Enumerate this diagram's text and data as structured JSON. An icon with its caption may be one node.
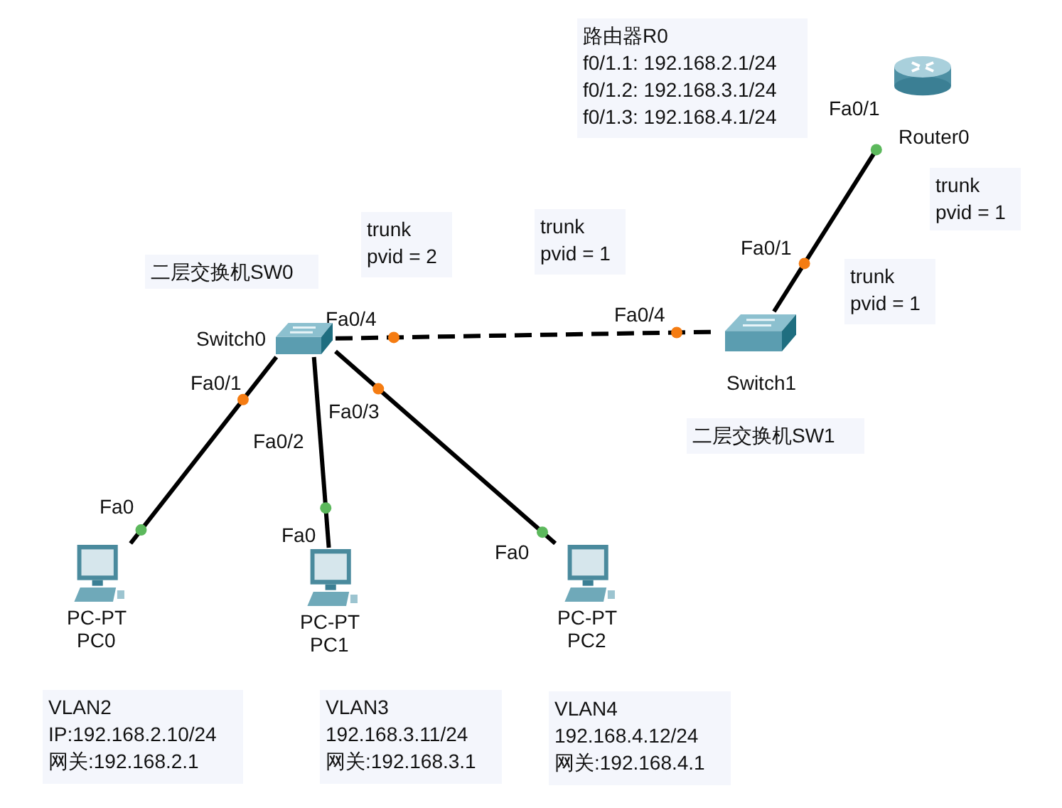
{
  "diagram": {
    "nodes": [
      {
        "text": [
          "Router0"
        ]
      },
      {
        "text": [
          "Switch0"
        ]
      },
      {
        "text": [
          "Switch1"
        ]
      },
      {
        "text": [
          "PC-PT",
          "PC0"
        ]
      },
      {
        "text": [
          "PC-PT",
          "PC1"
        ]
      },
      {
        "text": [
          "PC-PT",
          "PC2"
        ]
      }
    ],
    "edges": [
      {
        "from": 1,
        "to": 2,
        "arrow": "none",
        "style": "dashed"
      },
      {
        "from": 0,
        "to": 2,
        "arrow": "none"
      },
      {
        "from": 1,
        "to": 3,
        "arrow": "none"
      },
      {
        "from": 1,
        "to": 4,
        "arrow": "none"
      },
      {
        "from": 1,
        "to": 5,
        "arrow": "none"
      }
    ],
    "labels": [
      "路由器R0",
      "f0/1.1: 192.168.2.1/24",
      "f0/1.2: 192.168.3.1/24",
      "f0/1.3: 192.168.4.1/24",
      "Fa0/1",
      "trunk",
      "pvid = 1",
      "trunk",
      "pvid = 2",
      "trunk",
      "pvid = 1",
      "Fa0/1",
      "trunk",
      "pvid = 1",
      "二层交换机SW0",
      "Fa0/4",
      "Fa0/4",
      "Fa0/1",
      "Fa0/3",
      "Fa0/2",
      "二层交换机SW1",
      "Fa0",
      "Fa0",
      "Fa0",
      "VLAN2",
      "IP:192.168.2.10/24",
      "网关:192.168.2.1",
      "VLAN3",
      "192.168.3.11/24",
      "网关:192.168.3.1",
      "VLAN4",
      "192.168.4.12/24",
      "网关:192.168.4.1"
    ]
  }
}
